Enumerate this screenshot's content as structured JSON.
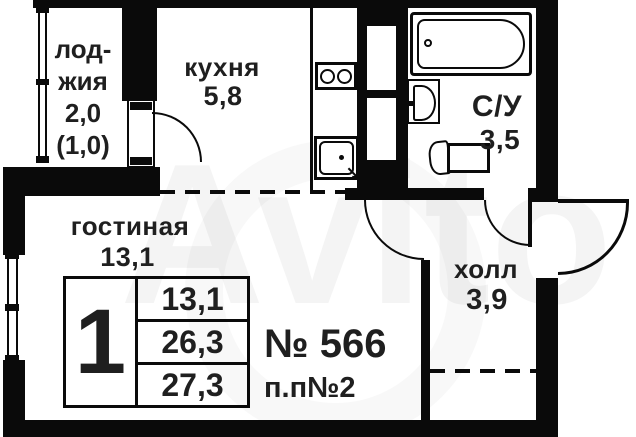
{
  "watermark": "Avito",
  "rooms": {
    "loggia": {
      "lines": [
        "лод-",
        "жия",
        "2,0",
        "(1,0)"
      ]
    },
    "kitchen": {
      "name": "кухня",
      "area": "5,8"
    },
    "bathroom": {
      "name": "С/У",
      "area": "3,5"
    },
    "living": {
      "name": "гостиная",
      "area": "13,1"
    },
    "hall": {
      "name": "холл",
      "area": "3,9"
    }
  },
  "summary": {
    "room_count": "1",
    "areas": {
      "living_area": "13,1",
      "area_no_loggia": "26,3",
      "total_area": "27,3"
    }
  },
  "apartment_number": "№ 566",
  "plan_type": "п.п№2",
  "colors": {
    "wall": "#0a0a0a",
    "text": "#1f1f1f",
    "background": "#ffffff"
  }
}
